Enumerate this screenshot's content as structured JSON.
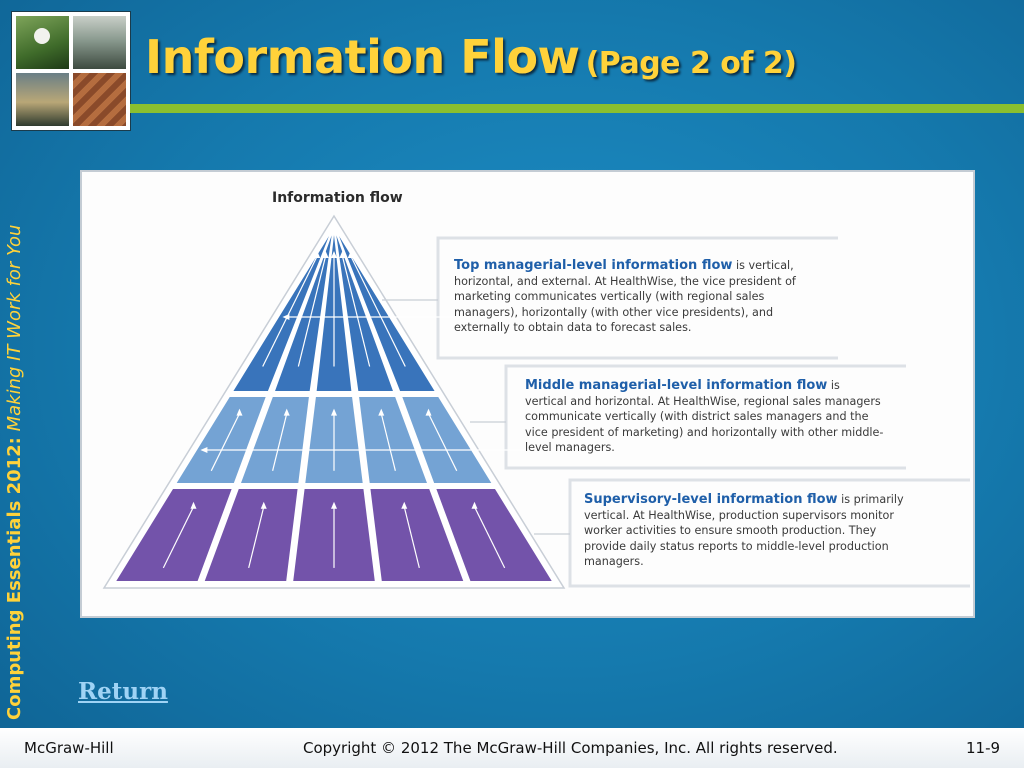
{
  "slide": {
    "title": "Information Flow",
    "subtitle": "(Page 2 of 2)",
    "side_bold": "Computing Essentials 2012:",
    "side_italic": " Making IT Work for You",
    "return_label": "Return"
  },
  "figure": {
    "title": "Information flow",
    "levels": [
      {
        "heading": "Top managerial-level information flow",
        "body": " is vertical, horizontal, and external. At HealthWise, the vice president of marketing communicates vertically (with regional sales managers), horizontally (with other vice presidents), and externally to obtain data to forecast sales."
      },
      {
        "heading": "Middle managerial-level information flow",
        "body": " is vertical and horizontal. At HealthWise, regional sales managers communicate vertically (with district sales managers and the vice president of marketing) and horizontally with other middle-level managers."
      },
      {
        "heading": "Supervisory-level information flow",
        "body": " is primarily vertical. At HealthWise, production supervisors monitor worker activities to ensure smooth production. They provide daily status reports to middle-level production managers."
      }
    ],
    "colors": {
      "top": "#2f6db8",
      "middle": "#6d9fd2",
      "bottom": "#6c4aa6"
    }
  },
  "footer": {
    "left": "McGraw-Hill",
    "center": "Copyright © 2012 The McGraw-Hill Companies, Inc. All rights reserved.",
    "right": "11-9"
  }
}
